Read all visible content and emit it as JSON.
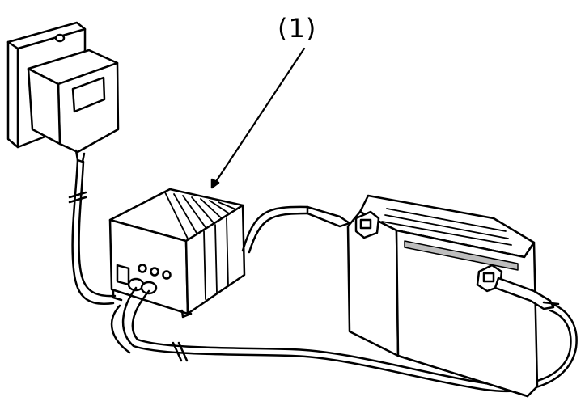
{
  "callout": {
    "label": "(1)"
  },
  "colors": {
    "line": "#000000",
    "background": "#ffffff",
    "shade": "#bdbdbd"
  },
  "parts": [
    "wall-outlet",
    "ac-adapter",
    "charger",
    "battery",
    "charger-cable",
    "battery-clamp-positive",
    "battery-clamp-negative"
  ]
}
